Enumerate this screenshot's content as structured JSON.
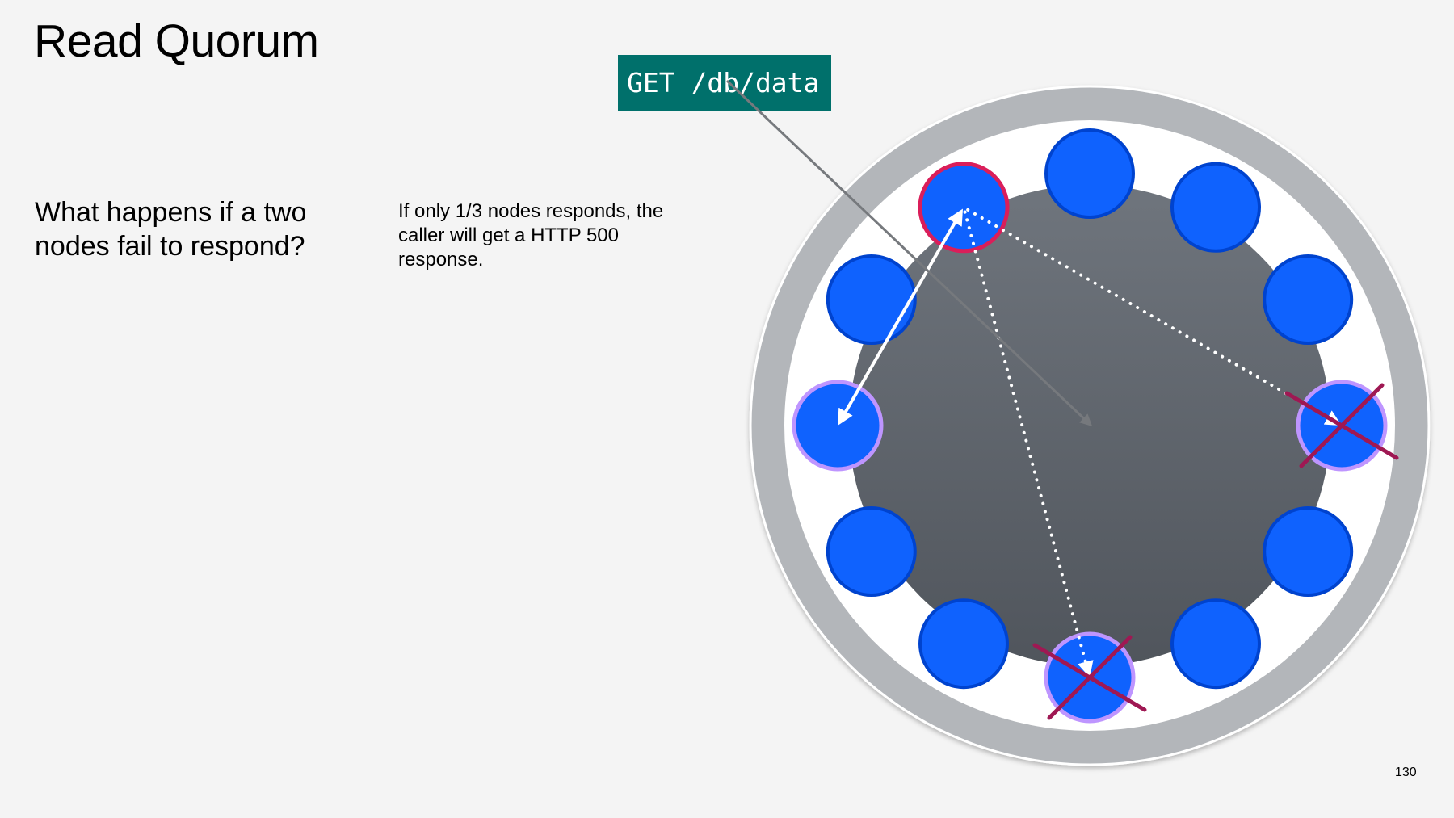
{
  "slide": {
    "title": "Read Quorum",
    "question": "What happens if a two nodes fail to respond?",
    "answer": "If only 1/3 nodes responds, the caller will get a HTTP 500 response.",
    "request": "GET /db/data",
    "page_number": "130"
  },
  "diagram": {
    "node_count": 12,
    "nodes": [
      {
        "status": "normal"
      },
      {
        "status": "normal"
      },
      {
        "status": "normal"
      },
      {
        "status": "replica-failed"
      },
      {
        "status": "normal"
      },
      {
        "status": "normal"
      },
      {
        "status": "replica-failed"
      },
      {
        "status": "normal"
      },
      {
        "status": "normal"
      },
      {
        "status": "replica-responding"
      },
      {
        "status": "normal"
      },
      {
        "status": "coordinator"
      }
    ],
    "colors": {
      "node_fill": "#0f62fe",
      "node_stroke": "#0043ce",
      "coordinator_ring": "#da1e5a",
      "replica_ring": "#be95ff",
      "fail_cross": "#9f1853",
      "outer_ring": "#b3b6ba",
      "inner_disc_top": "#6f757d",
      "inner_disc_bottom": "#50555c",
      "request_label_bg": "#00706b"
    }
  }
}
